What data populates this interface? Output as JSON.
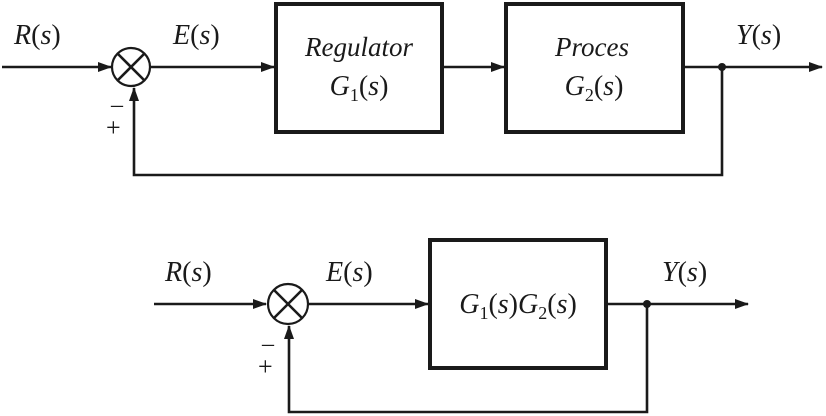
{
  "diagram1": {
    "input_label": {
      "main": "R",
      "arg": "s"
    },
    "error_label": {
      "main": "E",
      "arg": "s"
    },
    "output_label": {
      "main": "Y",
      "arg": "s"
    },
    "block1": {
      "name": "Regulator",
      "fn": "G",
      "sub": "1",
      "arg": "s"
    },
    "block2": {
      "name": "Proces",
      "fn": "G",
      "sub": "2",
      "arg": "s"
    },
    "sum_signs": {
      "minus": "–",
      "plus": "+"
    }
  },
  "diagram2": {
    "input_label": {
      "main": "R",
      "arg": "s"
    },
    "error_label": {
      "main": "E",
      "arg": "s"
    },
    "output_label": {
      "main": "Y",
      "arg": "s"
    },
    "block": {
      "fn1": "G",
      "sub1": "1",
      "arg1": "s",
      "fn2": "G",
      "sub2": "2",
      "arg2": "s"
    },
    "sum_signs": {
      "minus": "–",
      "plus": "+"
    }
  }
}
